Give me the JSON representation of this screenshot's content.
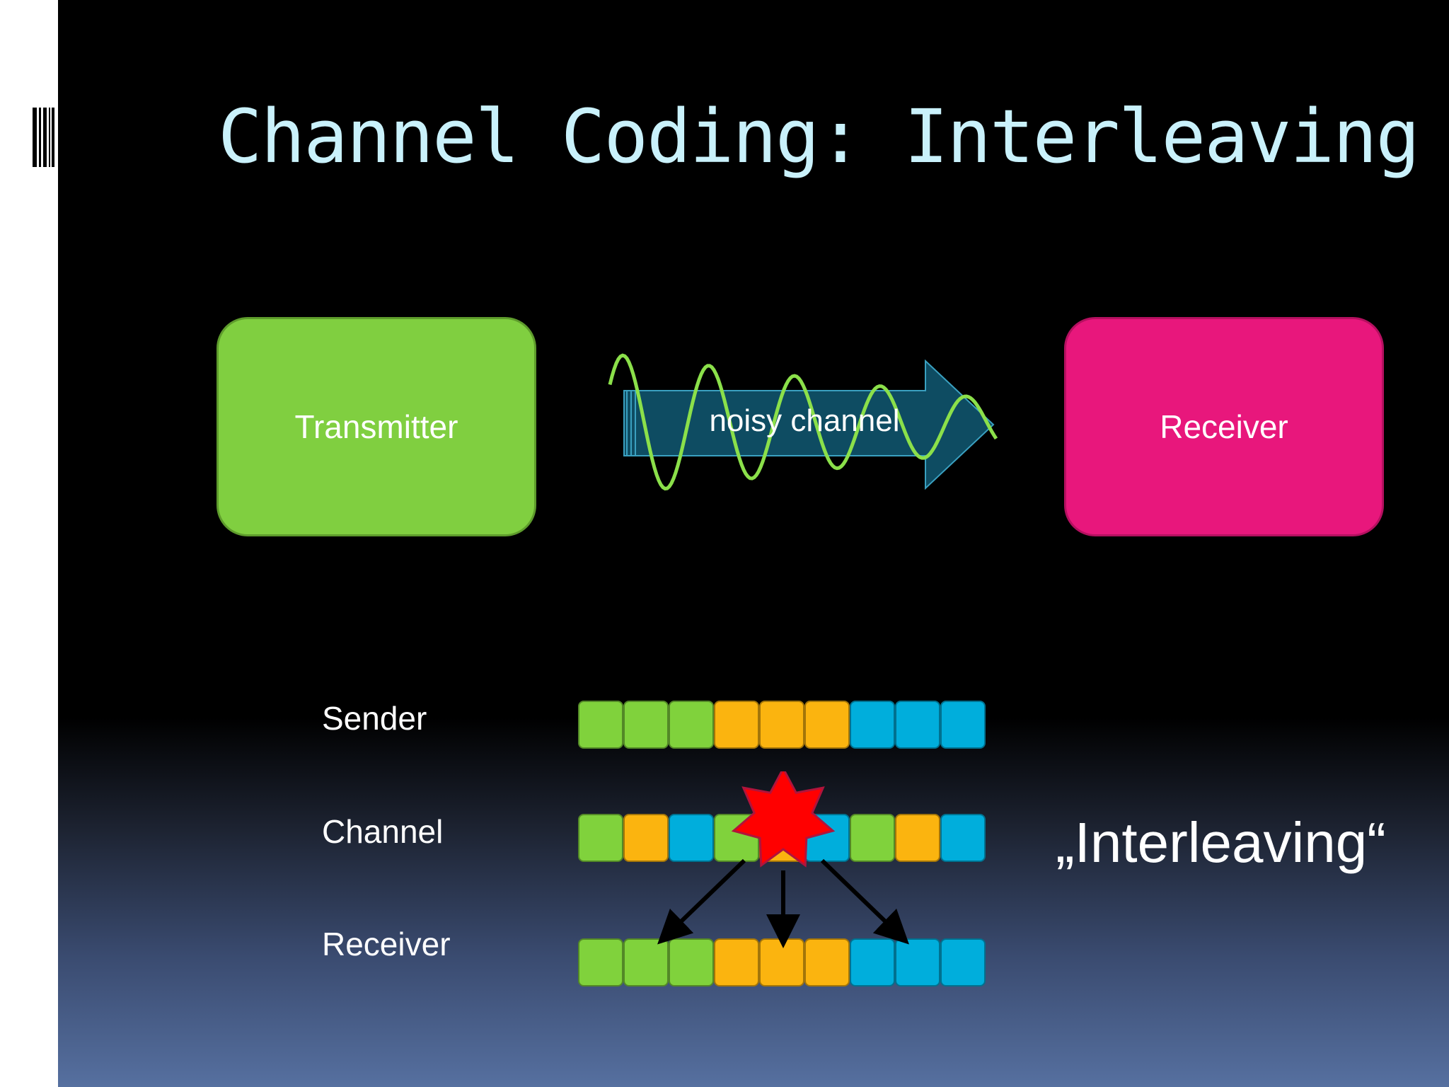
{
  "title": "Channel Coding: Interleaving",
  "diagram": {
    "transmitter_label": "Transmitter",
    "receiver_label": "Receiver",
    "channel_label": "noisy channel"
  },
  "rows": {
    "sender_label": "Sender",
    "channel_label": "Channel",
    "receiver_label": "Receiver"
  },
  "blocks": {
    "sender": [
      "green",
      "green",
      "green",
      "orange",
      "orange",
      "orange",
      "blue",
      "blue",
      "blue"
    ],
    "channel": [
      "green",
      "orange",
      "blue",
      "green",
      "orange",
      "blue",
      "green",
      "orange",
      "blue"
    ],
    "receiver": [
      "green",
      "green",
      "green",
      "orange",
      "orange",
      "orange",
      "blue",
      "blue",
      "blue"
    ]
  },
  "colors": {
    "green": "#80d23c",
    "orange": "#fbb40f",
    "blue": "#00aedc",
    "burst": "#ff0000",
    "pink": "#e8177c",
    "title": "#c9f1fb"
  },
  "interleaving_label": "„Interleaving“"
}
